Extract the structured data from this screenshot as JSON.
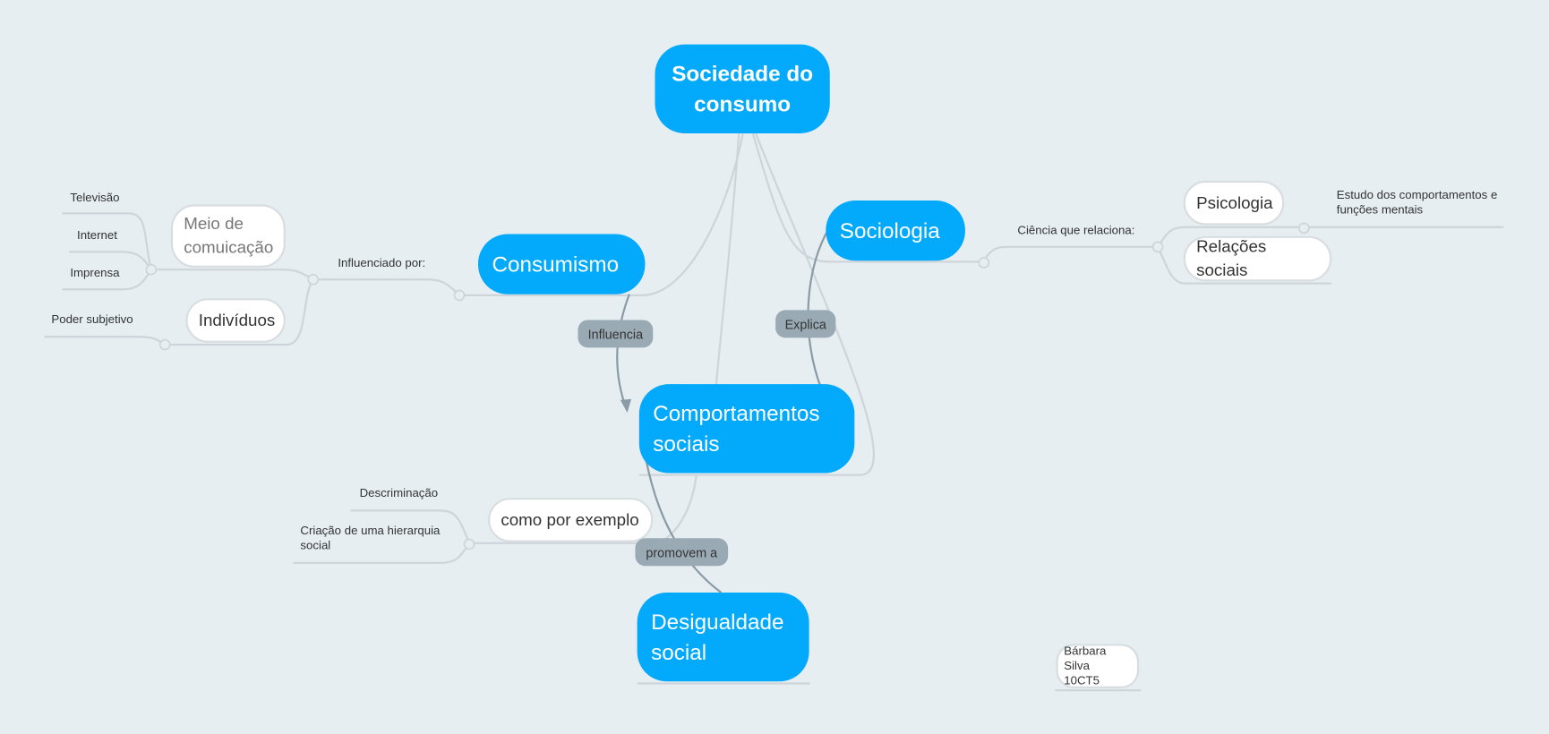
{
  "colors": {
    "background": "#e6eef2",
    "topic": "#03a9fb",
    "connector": "#cdd5da",
    "relation": "#8a9ba6"
  },
  "root": {
    "title": "Sociedade do consumo"
  },
  "topics": {
    "consumismo": "Consumismo",
    "sociologia": "Sociologia",
    "comportamentos": "Comportamentos sociais",
    "desigualdade": "Desigualdade social"
  },
  "relations": {
    "influencia": "Influencia",
    "explica": "Explica",
    "promovem": "promovem a"
  },
  "consumismo_branch": {
    "label": "Influenciado por:",
    "meio": "Meio de comuicação",
    "meio_items": [
      "Televisão",
      "Internet",
      "Imprensa"
    ],
    "individuos": "Indivíduos",
    "individuos_items": [
      "Poder subjetivo"
    ]
  },
  "sociologia_branch": {
    "label": "Ciência que relaciona:",
    "psicologia": "Psicologia",
    "psicologia_note": "Estudo dos comportamentos e funções mentais",
    "relacoes": "Relações sociais"
  },
  "comportamentos_branch": {
    "exemplo": "como por exemplo",
    "items": [
      "Descriminação",
      "Criação de uma hierarquia social"
    ]
  },
  "author": {
    "name": "Bárbara Silva",
    "class": "10CT5"
  }
}
